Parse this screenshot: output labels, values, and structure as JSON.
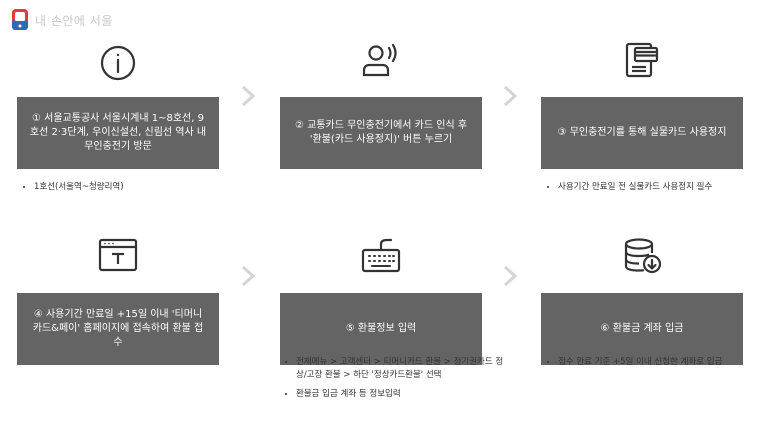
{
  "header": {
    "logo_text": "내 손안에 서울"
  },
  "steps": [
    {
      "icon": "info-icon",
      "text": "① 서울교통공사 서울시계내 1~8호선, 9호선 2·3단계, 우이신설선, 신림선 역사 내 무인충전기 방문",
      "notes": [
        "1호선(서울역~청량리역)"
      ]
    },
    {
      "icon": "voice-user-icon",
      "text": "② 교통카드 무인충전기에서 카드 인식 후 '환불(카드 사용정지)' 버튼 누르기",
      "notes": []
    },
    {
      "icon": "card-device-icon",
      "text": "③ 무인충전기를 통해 실물카드 사용정지",
      "notes": [
        "사용기간 만료일 전 실물카드 사용정지 필수"
      ]
    },
    {
      "icon": "browser-window-icon",
      "text": "④ 사용기간 만료일 +15일 이내 '티머니 카드&페이' 홈페이지에 접속하여 환불 접수",
      "notes": []
    },
    {
      "icon": "keyboard-icon",
      "text": "⑤ 환불정보 입력",
      "notes": [
        "전체메뉴 > 고객센터 > 티머니카드 환불 > 정기권카드 정상/고장 환불 > 하단 '정상카드환불' 선택",
        "환불금 입금 계좌 등 정보입력"
      ]
    },
    {
      "icon": "database-download-icon",
      "text": "⑥ 환불금 계좌 입금",
      "notes": [
        "접수 완료 기준 +5일 이내 신청한 계좌로 입금"
      ]
    }
  ],
  "colors": {
    "box": "#646464",
    "arrow": "#d4d4d4",
    "icon": "#333333"
  }
}
